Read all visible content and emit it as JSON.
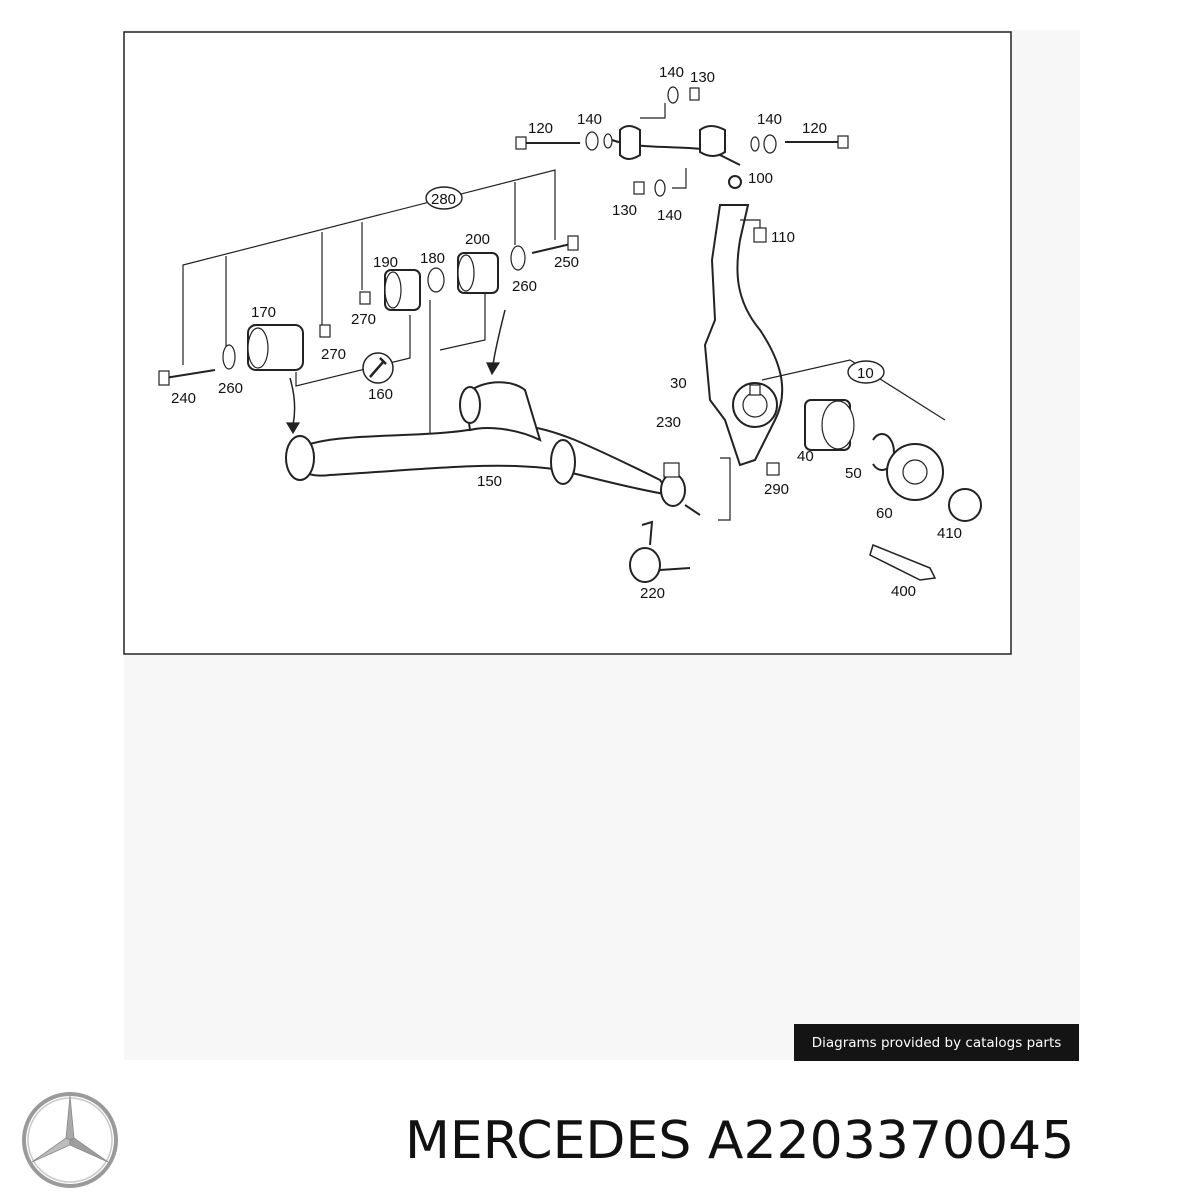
{
  "diagram": {
    "callouts": {
      "c140_top": "140",
      "c130_top": "130",
      "c120_left": "120",
      "c140_ul": "140",
      "c140_ur": "140",
      "c120_right": "120",
      "c100": "100",
      "c130_mid": "130",
      "c140_mid": "140",
      "c110": "110",
      "c280": "280",
      "c190": "190",
      "c180": "180",
      "c200": "200",
      "c250": "250",
      "c260_r": "260",
      "c270_a": "270",
      "c170": "170",
      "c270_b": "270",
      "c240": "240",
      "c260_l": "260",
      "c160": "160",
      "c30": "30",
      "c10": "10",
      "c230": "230",
      "c40": "40",
      "c50": "50",
      "c150": "150",
      "c290": "290",
      "c60": "60",
      "c410": "410",
      "c220": "220",
      "c400": "400"
    }
  },
  "footer": {
    "credit": "Diagrams provided by catalogs parts",
    "brand_name": "MERCEDES",
    "part_number": "A2203370045"
  },
  "icons": {
    "logo": "mercedes-star-icon",
    "tool": "wrench-icon"
  }
}
